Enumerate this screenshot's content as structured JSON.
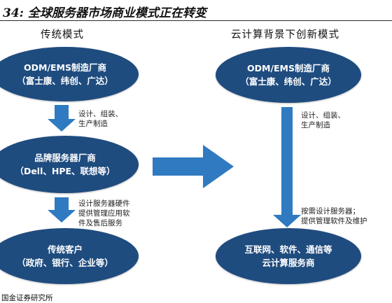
{
  "figure": {
    "title": "34: 全球服务器市场商业模式正在转变"
  },
  "left_column": {
    "heading": "传统模式",
    "nodes": [
      {
        "line1": "ODM/EMS制造厂商",
        "line2": "（富士康、纬创、广达）"
      },
      {
        "line1": "品牌服务器厂商",
        "line2": "（Dell、HPE、联想等）"
      },
      {
        "line1": "传统客户",
        "line2": "（政府、银行、企业等）"
      }
    ],
    "arrow_notes": [
      {
        "line1": "设计、组装、",
        "line2": "生产制造"
      },
      {
        "line1": "设计服务器硬件",
        "line2": "提供管理应用软",
        "line3": "件及售后服务"
      }
    ]
  },
  "right_column": {
    "heading": "云计算背景下创新模式",
    "nodes": [
      {
        "line1": "ODM/EMS制造厂商",
        "line2": "（富士康、纬创、广达）"
      },
      {
        "line1": "互联网、软件、通信等",
        "line2": "云计算服务商"
      }
    ],
    "arrow_notes": [
      {
        "line1": "设计、组装、",
        "line2": "生产制造"
      },
      {
        "line1": "按需设计服务器；",
        "line2": "提供管理软件及维护"
      }
    ]
  },
  "source": "国金证券研究所",
  "colors": {
    "node_fill": "#1f4c7f",
    "arrow_fill": "#2f7ac1",
    "text": "#111111"
  }
}
